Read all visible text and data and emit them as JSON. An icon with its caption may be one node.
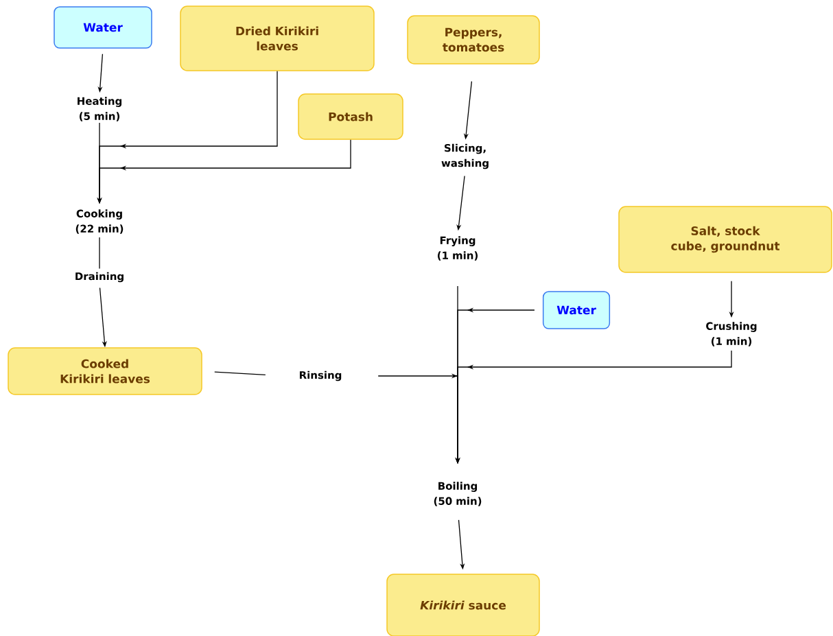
{
  "diagram": {
    "nodes": [
      {
        "text": [
          "Water"
        ]
      },
      {
        "text": [
          "Dried Kirikiri leaves"
        ]
      },
      {
        "text": [
          "Peppers, tomatoes"
        ]
      },
      {
        "text": [
          "Heating (5 min)"
        ]
      },
      {
        "text": [
          "Potash"
        ]
      },
      {
        "text": [
          "Slicing, washing"
        ]
      },
      {
        "text": [
          "Cooking (22 min)"
        ]
      },
      {
        "text": [
          "Salt, stock cube, groundnut"
        ]
      },
      {
        "text": [
          "Frying (1 min)"
        ]
      },
      {
        "text": [
          "Draining"
        ]
      },
      {
        "text": [
          "Water"
        ]
      },
      {
        "text": [
          "Crushing (1 min)"
        ]
      },
      {
        "text": [
          "Cooked Kirikiri leaves"
        ]
      },
      {
        "text": [
          "Rinsing"
        ]
      },
      {
        "text": [
          "Boiling (50 min)"
        ]
      },
      {
        "text": [
          "*Kirikiri* sauce"
        ]
      }
    ],
    "edges": [
      {
        "from": 0,
        "to": 3,
        "arrow": "to"
      },
      {
        "from": 3,
        "to": 6,
        "arrow": "to"
      },
      {
        "from": 1,
        "to": 6,
        "arrow": "to"
      },
      {
        "from": 4,
        "to": 6,
        "arrow": "to"
      },
      {
        "from": 6,
        "to": 9,
        "arrow": "none"
      },
      {
        "from": 9,
        "to": 12,
        "arrow": "to"
      },
      {
        "from": 2,
        "to": 5,
        "arrow": "to"
      },
      {
        "from": 5,
        "to": 8,
        "arrow": "to"
      },
      {
        "from": 8,
        "to": 14,
        "arrow": "to"
      },
      {
        "from": 10,
        "to": 14,
        "arrow": "to"
      },
      {
        "from": 7,
        "to": 11,
        "arrow": "to"
      },
      {
        "from": 11,
        "to": 14,
        "arrow": "to"
      },
      {
        "from": 12,
        "to": 13,
        "arrow": "none"
      },
      {
        "from": 13,
        "to": 14,
        "arrow": "to"
      },
      {
        "from": 14,
        "to": 15,
        "arrow": "to"
      }
    ]
  }
}
